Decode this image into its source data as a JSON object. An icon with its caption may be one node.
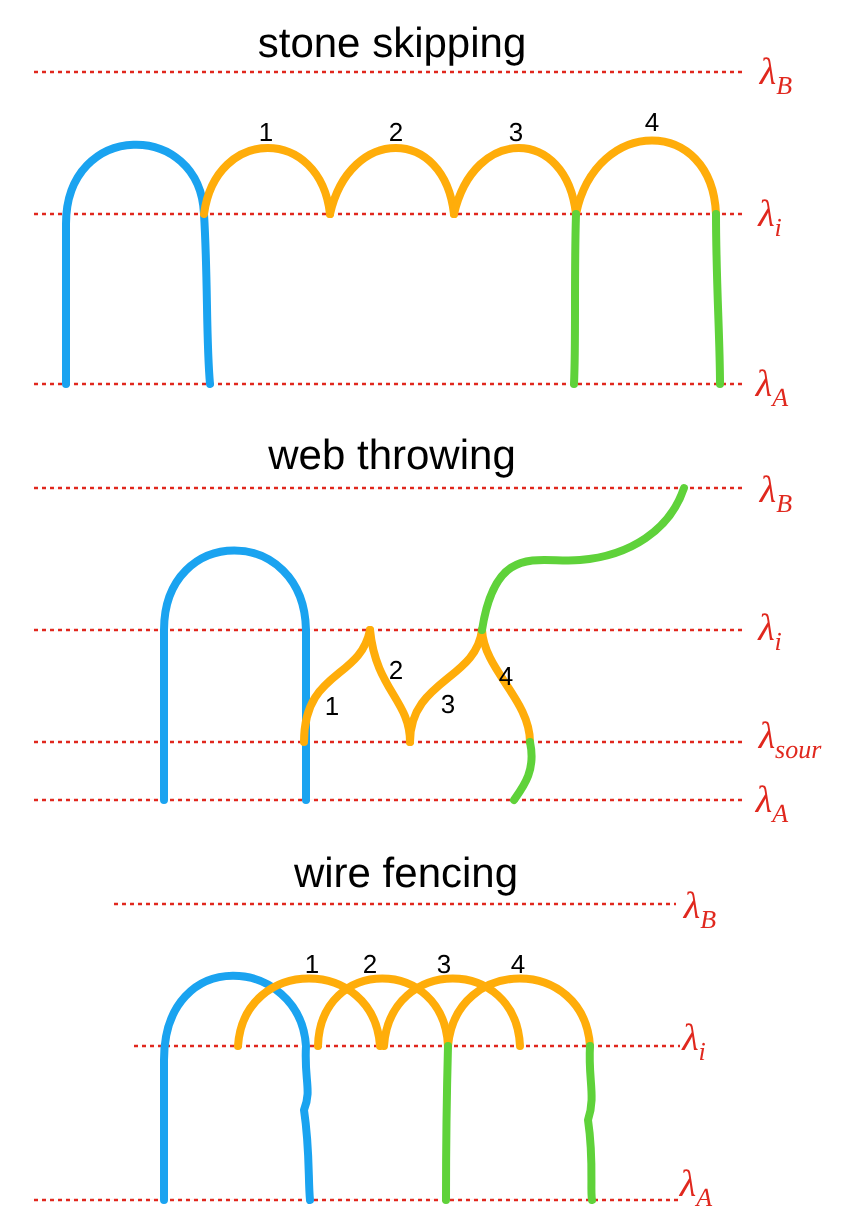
{
  "diagram": {
    "labels": [
      "stone skipping",
      "λ$_{B}$",
      "1",
      "2",
      "3",
      "4",
      "λ$_{i}$",
      "λ$_{A}$",
      "web throwing",
      "λ$_{B}$",
      "λ$_{i}$",
      "2",
      "4",
      "1",
      "3",
      "λ$_{sour}$",
      "λ$_{A}$",
      "wire fencing",
      "λ$_{B}$",
      "1",
      "2",
      "3",
      "4",
      "λ$_{i}$",
      "λ$_{A}$"
    ]
  }
}
